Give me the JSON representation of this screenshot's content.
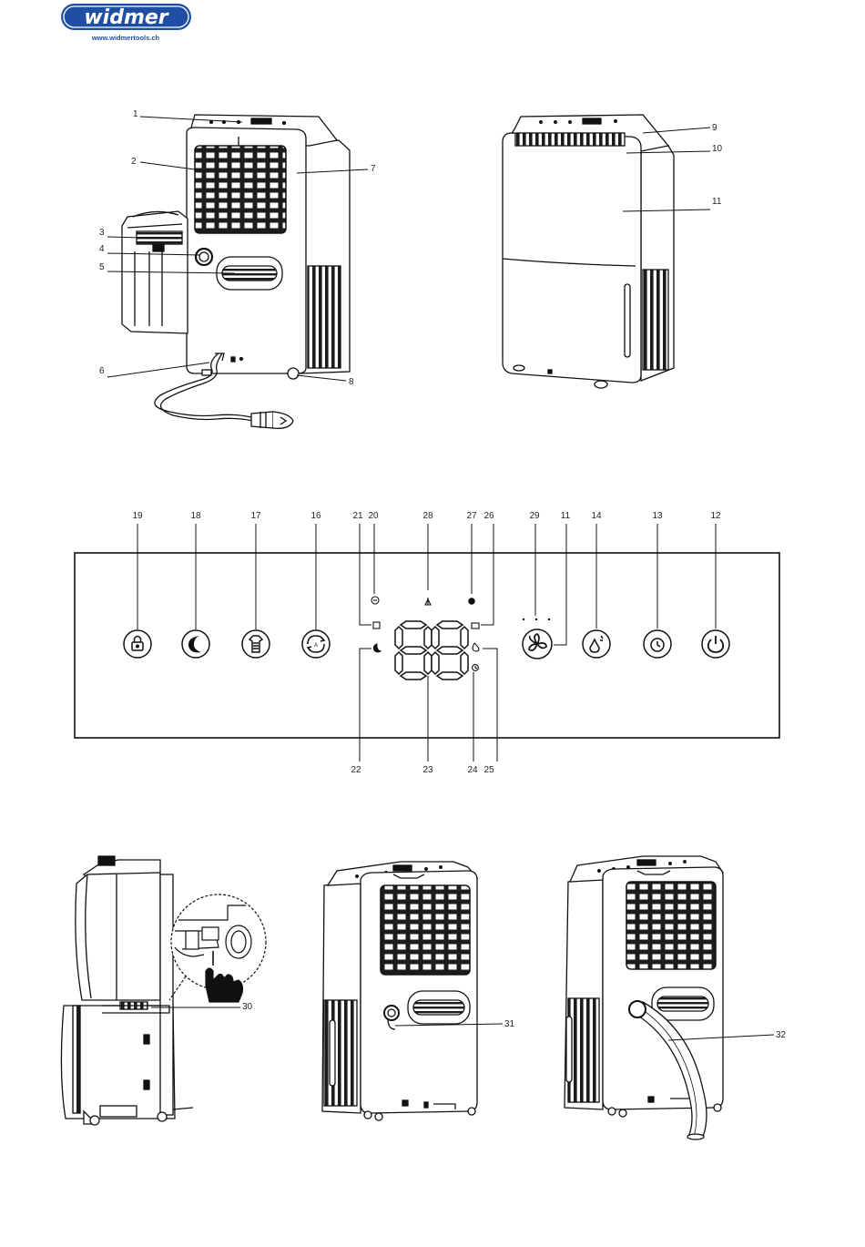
{
  "logo": {
    "name": "widmer",
    "url": "www.widmertools.ch",
    "color": "#1f4fa3"
  },
  "figure1": {
    "front_callouts": [
      "1",
      "2",
      "3",
      "4",
      "5",
      "6",
      "7",
      "8"
    ],
    "back_callouts": [
      "9",
      "10",
      "11"
    ]
  },
  "panel": {
    "top_callouts": [
      "19",
      "18",
      "17",
      "16",
      "21",
      "20",
      "28",
      "27",
      "26",
      "29",
      "11",
      "14",
      "13",
      "12"
    ],
    "bottom_callouts": [
      "22",
      "23",
      "24",
      "25"
    ],
    "buttons": [
      {
        "icon": "lock-icon"
      },
      {
        "icon": "moon-icon"
      },
      {
        "icon": "laundry-icon"
      },
      {
        "icon": "auto-icon"
      },
      {
        "icon": "fan-icon"
      },
      {
        "icon": "humidity-icon"
      },
      {
        "icon": "timer-icon"
      },
      {
        "icon": "power-icon"
      }
    ],
    "display_digits": "88"
  },
  "figure3": {
    "callouts": [
      "30",
      "31",
      "32"
    ]
  }
}
